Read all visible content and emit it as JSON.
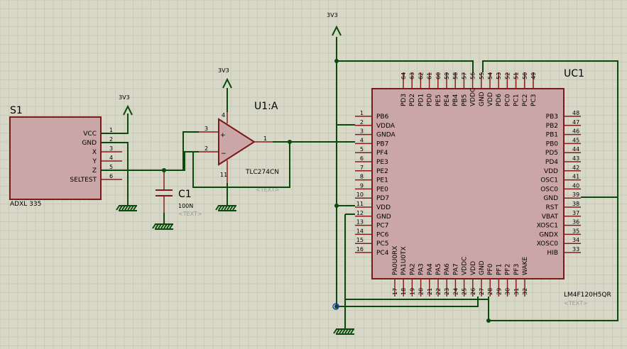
{
  "power_label": "3V3",
  "sensor": {
    "ref": "S1",
    "value": "ADXL 335",
    "pins": [
      {
        "num": "1",
        "name": "VCC"
      },
      {
        "num": "2",
        "name": "GND"
      },
      {
        "num": "3",
        "name": "X"
      },
      {
        "num": "4",
        "name": "Y"
      },
      {
        "num": "5",
        "name": "Z"
      },
      {
        "num": "6",
        "name": "SELTEST"
      }
    ]
  },
  "opamp": {
    "ref": "U1:A",
    "value": "TLC274CN",
    "text_placeholder": "<TEXT>",
    "pins": {
      "noninv": "3",
      "inv": "2",
      "out": "1",
      "vcc": "4",
      "gnd": "11"
    }
  },
  "capacitor": {
    "ref": "C1",
    "value": "100N",
    "text_placeholder": "<TEXT>"
  },
  "mcu": {
    "ref": "UC1",
    "value": "LM4F120H5QR",
    "text_placeholder": "<TEXT>",
    "left_pins": [
      {
        "num": "1",
        "name": "PB6"
      },
      {
        "num": "2",
        "name": "VDDA"
      },
      {
        "num": "3",
        "name": "GNDA"
      },
      {
        "num": "4",
        "name": "PB7"
      },
      {
        "num": "5",
        "name": "PF4"
      },
      {
        "num": "6",
        "name": "PE3"
      },
      {
        "num": "7",
        "name": "PE2"
      },
      {
        "num": "8",
        "name": "PE1"
      },
      {
        "num": "9",
        "name": "PE0"
      },
      {
        "num": "10",
        "name": "PD7"
      },
      {
        "num": "11",
        "name": "VDD"
      },
      {
        "num": "12",
        "name": "GND"
      },
      {
        "num": "13",
        "name": "PC7"
      },
      {
        "num": "14",
        "name": "PC6"
      },
      {
        "num": "15",
        "name": "PC5"
      },
      {
        "num": "16",
        "name": "PC4"
      }
    ],
    "right_pins": [
      {
        "num": "48",
        "name": "PB3"
      },
      {
        "num": "47",
        "name": "PB2"
      },
      {
        "num": "46",
        "name": "PB1"
      },
      {
        "num": "45",
        "name": "PB0"
      },
      {
        "num": "44",
        "name": "PD5"
      },
      {
        "num": "43",
        "name": "PD4"
      },
      {
        "num": "42",
        "name": "VDD"
      },
      {
        "num": "41",
        "name": "OSC1"
      },
      {
        "num": "40",
        "name": "OSC0"
      },
      {
        "num": "39",
        "name": "GND"
      },
      {
        "num": "38",
        "name": "RST"
      },
      {
        "num": "37",
        "name": "VBAT"
      },
      {
        "num": "36",
        "name": "XOSC1"
      },
      {
        "num": "35",
        "name": "GNDX"
      },
      {
        "num": "34",
        "name": "XOSC0"
      },
      {
        "num": "33",
        "name": "HIB"
      }
    ],
    "top_pins": [
      {
        "num": "64",
        "name": "PD3"
      },
      {
        "num": "63",
        "name": "PD2"
      },
      {
        "num": "62",
        "name": "PD1"
      },
      {
        "num": "61",
        "name": "PD0"
      },
      {
        "num": "60",
        "name": "PE5"
      },
      {
        "num": "59",
        "name": "PE4"
      },
      {
        "num": "58",
        "name": "PB4"
      },
      {
        "num": "57",
        "name": "PB5"
      },
      {
        "num": "56",
        "name": "VDDC"
      },
      {
        "num": "55",
        "name": "GND"
      },
      {
        "num": "54",
        "name": "VDD"
      },
      {
        "num": "53",
        "name": "PD6"
      },
      {
        "num": "52",
        "name": "PC0"
      },
      {
        "num": "51",
        "name": "PC1"
      },
      {
        "num": "50",
        "name": "PC2"
      },
      {
        "num": "49",
        "name": "PC3"
      }
    ],
    "bottom_pins": [
      {
        "num": "17",
        "name": "PA0U0RX"
      },
      {
        "num": "18",
        "name": "PA1U0TX"
      },
      {
        "num": "19",
        "name": "PA2"
      },
      {
        "num": "20",
        "name": "PA3"
      },
      {
        "num": "21",
        "name": "PA4"
      },
      {
        "num": "22",
        "name": "PA5"
      },
      {
        "num": "23",
        "name": "PA6"
      },
      {
        "num": "24",
        "name": "PA7"
      },
      {
        "num": "25",
        "name": "VDDC"
      },
      {
        "num": "26",
        "name": "VDD"
      },
      {
        "num": "27",
        "name": "GND"
      },
      {
        "num": "28",
        "name": "PF0"
      },
      {
        "num": "29",
        "name": "PF1"
      },
      {
        "num": "30",
        "name": "PF2"
      },
      {
        "num": "31",
        "name": "PF3"
      },
      {
        "num": "32",
        "name": "WAKE"
      }
    ]
  }
}
